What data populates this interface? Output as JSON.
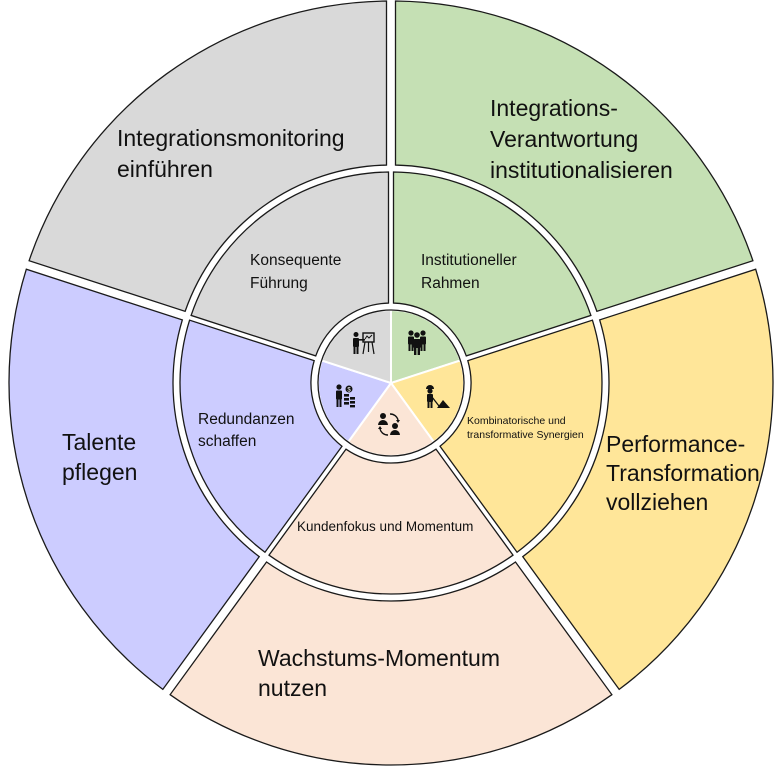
{
  "diagram": {
    "title": "",
    "colors": {
      "green": "#c5e0b4",
      "yellow": "#ffe699",
      "peach": "#fbe5d6",
      "purple": "#ccccff",
      "gray": "#d9d9d9",
      "outline": "#1a1a1a",
      "gap": "#ffffff"
    },
    "segments": [
      {
        "id": "green",
        "color": "#c5e0b4",
        "outer_label": [
          "Integrationsmonitoring",
          "einführen"
        ],
        "middle_label": [
          "Konsequente",
          "Führung"
        ],
        "icon": "presenter-whiteboard-icon"
      },
      {
        "id": "yellow",
        "color": "#ffe699",
        "outer_label": [
          "Integrations-",
          "Verantwortung",
          "institutionalisieren"
        ],
        "middle_label": [
          "Institutioneller",
          "Rahmen"
        ],
        "icon": "people-group-icon"
      },
      {
        "id": "peach",
        "color": "#fbe5d6",
        "outer_label": [
          "Performance-",
          "Transformation",
          "vollziehen"
        ],
        "middle_label": [
          "Kombinatorische und",
          "transformative Synergien"
        ],
        "icon": "construction-worker-icon"
      },
      {
        "id": "purple",
        "color": "#ccccff",
        "outer_label": [
          "Wachstums-Momentum",
          "nutzen"
        ],
        "middle_label": [
          "Kundenfokus und Momentum"
        ],
        "icon": "people-exchange-icon"
      },
      {
        "id": "gray",
        "color": "#d9d9d9",
        "outer_label": [
          "Talente",
          "pflegen"
        ],
        "middle_label": [
          "Redundanzen",
          "schaffen"
        ],
        "icon": "businessman-money-icon"
      }
    ]
  }
}
